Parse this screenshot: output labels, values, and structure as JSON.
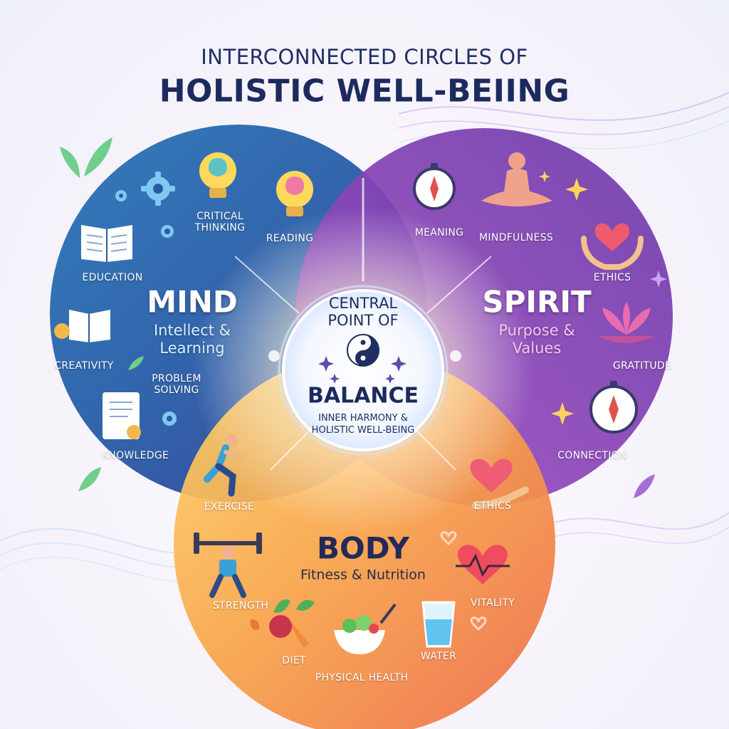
{
  "title": {
    "line1": "INTERCONNECTED CIRCLES OF",
    "line2": "HOLISTIC WELL-BEIING"
  },
  "mind": {
    "heading": "MIND",
    "subtitle_line1": "Intellect &",
    "subtitle_line2": "Learning",
    "labels": {
      "critical_thinking_line1": "CRITICAL",
      "critical_thinking_line2": "THINKING",
      "reading": "READING",
      "education": "EDUCATION",
      "creativity": "CREATIVITY",
      "problem_solving_line1": "PROBLEM",
      "problem_solving_line2": "SOLVING",
      "knowledge": "KNOWLEDGE"
    },
    "color": "#2f5fa8"
  },
  "spirit": {
    "heading": "SPIRIT",
    "subtitle_line1": "Purpose &",
    "subtitle_line2": "Values",
    "labels": {
      "meaning": "MEANING",
      "mindfulness": "MINDFULNESS",
      "ethics_top": "ETHICS",
      "gratitude": "GRATITUDE",
      "connection": "CONNECTION",
      "ethics_bottom": "ETHICS"
    },
    "color": "#8a3fb3"
  },
  "body": {
    "heading": "BODY",
    "subtitle": "Fitness & Nutrition",
    "labels": {
      "exercise": "EXERCISE",
      "strength": "STRENGTH",
      "vitality": "VITALITY",
      "diet": "DIET",
      "water": "WATER",
      "physical_health": "PHYSICAL HEALTH"
    },
    "color": "#f08a3c"
  },
  "center": {
    "line1": "CENTRAL",
    "line2": "POINT OF",
    "heading": "BALANCE",
    "tagline_line1": "INNER HARMONY &",
    "tagline_line2": "HOLISTIC WELL-BEING"
  },
  "icons": [
    "gear-icon",
    "lightbulb-brain-icon",
    "book-icon",
    "certificate-icon",
    "compass-icon",
    "meditation-icon",
    "hands-heart-icon",
    "lotus-icon",
    "heart-hand-icon",
    "yin-yang-icon",
    "runner-icon",
    "weightlifter-icon",
    "heartbeat-icon",
    "vegetables-icon",
    "salad-icon",
    "water-glass-icon",
    "leaf-icon",
    "sparkle-icon"
  ]
}
